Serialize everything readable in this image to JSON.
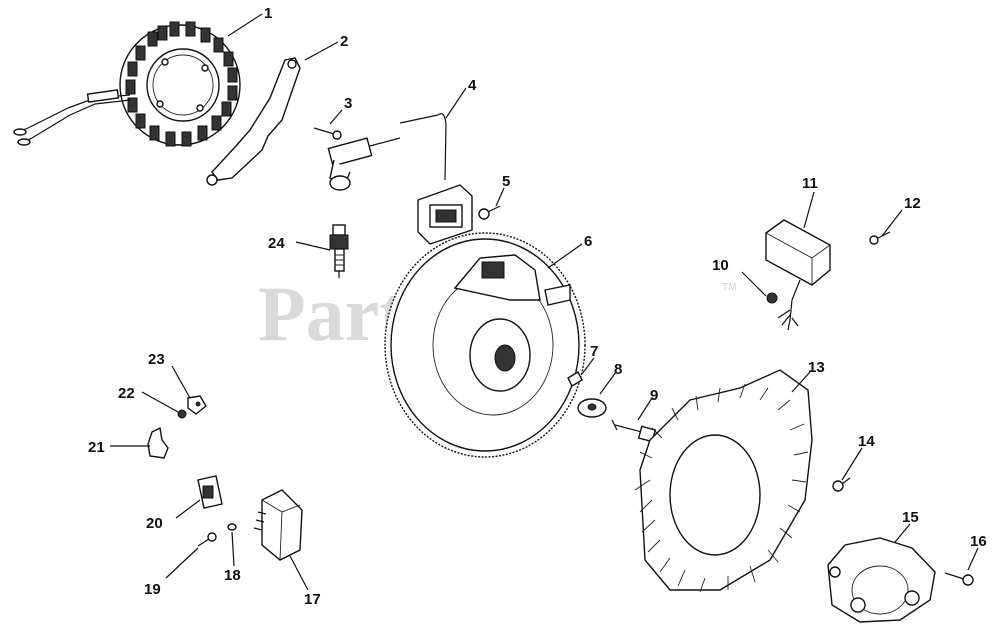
{
  "watermark": {
    "text": "PartsTree",
    "trademark": "TM"
  },
  "callouts": [
    {
      "id": "1",
      "label": "1"
    },
    {
      "id": "2",
      "label": "2"
    },
    {
      "id": "3",
      "label": "3"
    },
    {
      "id": "4",
      "label": "4"
    },
    {
      "id": "5",
      "label": "5"
    },
    {
      "id": "6",
      "label": "6"
    },
    {
      "id": "7",
      "label": "7"
    },
    {
      "id": "8",
      "label": "8"
    },
    {
      "id": "9",
      "label": "9"
    },
    {
      "id": "10",
      "label": "10"
    },
    {
      "id": "11",
      "label": "11"
    },
    {
      "id": "12",
      "label": "12"
    },
    {
      "id": "13",
      "label": "13"
    },
    {
      "id": "14",
      "label": "14"
    },
    {
      "id": "15",
      "label": "15"
    },
    {
      "id": "16",
      "label": "16"
    },
    {
      "id": "17",
      "label": "17"
    },
    {
      "id": "18",
      "label": "18"
    },
    {
      "id": "19",
      "label": "19"
    },
    {
      "id": "20",
      "label": "20"
    },
    {
      "id": "21",
      "label": "21"
    },
    {
      "id": "22",
      "label": "22"
    },
    {
      "id": "23",
      "label": "23"
    },
    {
      "id": "24",
      "label": "24"
    }
  ]
}
